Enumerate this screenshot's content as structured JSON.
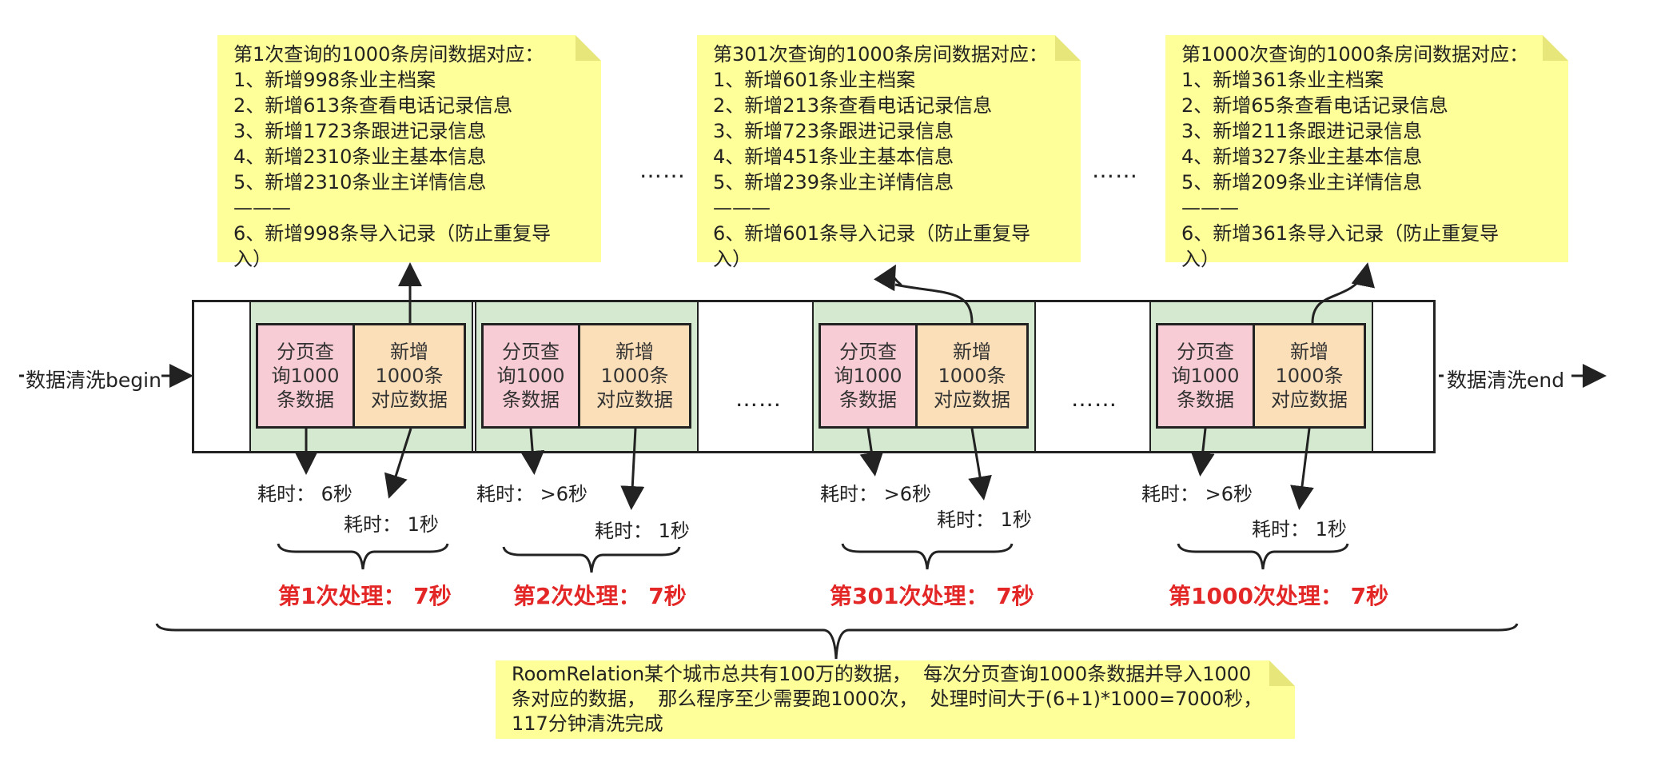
{
  "notes": [
    {
      "lines": [
        "第1次查询的1000条房间数据对应：",
        "1、新增998条业主档案",
        "2、新增613条查看电话记录信息",
        "3、新增1723条跟进记录信息",
        "4、新增2310条业主基本信息",
        "5、新增2310条业主详情信息",
        "———",
        "6、新增998条导入记录（防止重复导",
        "入）"
      ]
    },
    {
      "lines": [
        "第301次查询的1000条房间数据对应：",
        "1、新增601条业主档案",
        "2、新增213条查看电话记录信息",
        "3、新增723条跟进记录信息",
        "4、新增451条业主基本信息",
        "5、新增239条业主详情信息",
        "———",
        "6、新增601条导入记录（防止重复导",
        "入）"
      ]
    },
    {
      "lines": [
        "第1000次查询的1000条房间数据对应：",
        "1、新增361条业主档案",
        "2、新增65条查看电话记录信息",
        "3、新增211条跟进记录信息",
        "4、新增327条业主基本信息",
        "5、新增209条业主详情信息",
        "———",
        "6、新增361条导入记录（防止重复导",
        "入）"
      ]
    }
  ],
  "flow": {
    "begin": "数据清洗begin",
    "end": "数据清洗end",
    "ellipsis": "……"
  },
  "boxes": {
    "query": [
      "分页查",
      "询1000",
      "条数据"
    ],
    "insert": [
      "新增",
      "1000条",
      "对应数据"
    ]
  },
  "timings": {
    "b1": {
      "query": "耗时：  6秒",
      "insert": "耗时：  1秒"
    },
    "b2": {
      "query": "耗时：  >6秒",
      "insert": "耗时：  1秒"
    },
    "b301": {
      "query": "耗时：  >6秒",
      "insert": "耗时：  1秒"
    },
    "b1000": {
      "query": "耗时：  >6秒",
      "insert": "耗时：  1秒"
    }
  },
  "process": {
    "p1": "第1次处理：  7秒",
    "p2": "第2次处理：  7秒",
    "p301": "第301次处理：  7秒",
    "p1000": "第1000次处理：  7秒"
  },
  "summary": [
    "RoomRelation某个城市总共有100万的数据，  每次分页查询1000条数据并导入1000",
    "条对应的数据，  那么程序至少需要跑1000次，  处理时间大于(6+1)*1000=7000秒，",
    "117分钟清洗完成"
  ],
  "colors": {
    "note_bg": "#ffff99",
    "green_bg": "#d4e9cf",
    "pink_bg": "#f8ccd4",
    "orange_bg": "#fbdfb8",
    "highlight_red": "#e32626"
  }
}
